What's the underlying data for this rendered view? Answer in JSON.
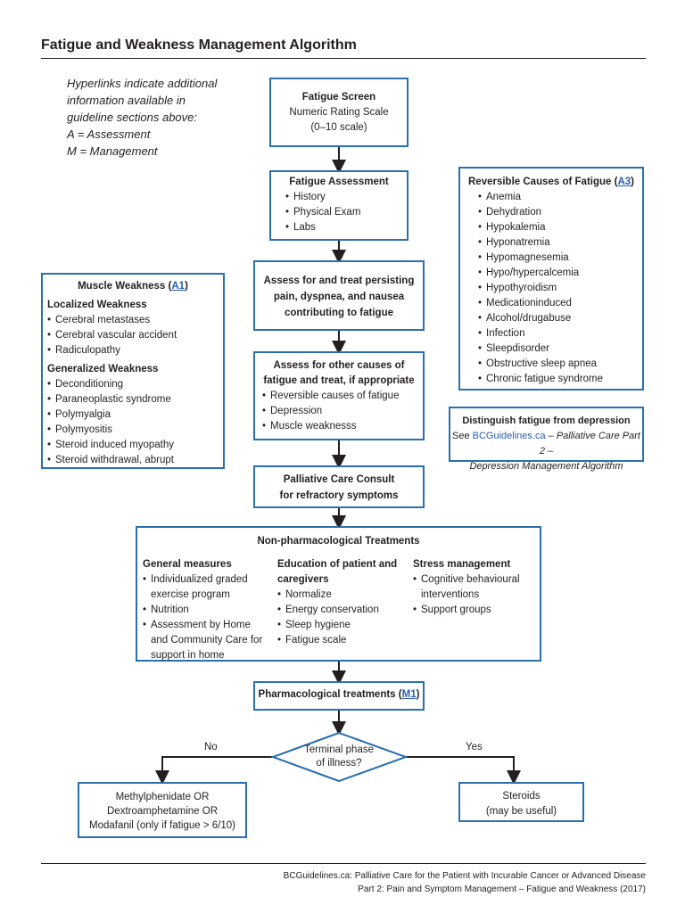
{
  "page_title": "Fatigue and Weakness Management Algorithm",
  "legend_note": {
    "lines": [
      "Hyperlinks indicate additional",
      "information available in",
      "guideline sections above:",
      "A = Assessment",
      "M = Management"
    ]
  },
  "fatigue_screen": {
    "title": "Fatigue Screen",
    "line1": "Numeric Rating Scale",
    "line2": "(0–10 scale)"
  },
  "fatigue_assessment": {
    "title": "Fatigue Assessment",
    "items": [
      "History",
      "Physical Exam",
      "Labs"
    ]
  },
  "persisting_symptoms": {
    "lines": [
      "Assess for and treat persisting",
      "pain, dyspnea, and nausea",
      "contributing to fatigue"
    ]
  },
  "other_causes": {
    "title_lines": [
      "Assess for other causes of",
      "fatigue and treat, if appropriate"
    ],
    "items": [
      "Reversible causes of fatigue",
      "Depression",
      "Muscle weaknesss"
    ]
  },
  "reversible_causes": {
    "title": "Reversible Causes of Fatigue (",
    "link": "A3",
    "title_end": ")",
    "items": [
      "Anemia",
      "Dehydration",
      "Hypokalemia",
      "Hyponatremia",
      "Hypomagnesemia",
      "Hypo/hypercalcemia",
      "Hypothyroidism",
      "Medicationinduced",
      "Alcohol/drugabuse",
      "Infection",
      "Sleepdisorder",
      "Obstructive sleep apnea",
      "Chronic fatigue syndrome"
    ]
  },
  "muscle_weakness": {
    "title": "Muscle Weakness (",
    "link": "A1",
    "title_end": ")",
    "localized_heading": "Localized Weakness",
    "localized_items": [
      "Cerebral metastases",
      "Cerebral vascular accident",
      "Radiculopathy"
    ],
    "generalized_heading": "Generalized Weakness",
    "generalized_items": [
      "Deconditioning",
      "Paraneoplastic syndrome",
      "Polymyalgia",
      "Polymyositis",
      "Steroid induced myopathy",
      "Steroid withdrawal, abrupt"
    ]
  },
  "depression": {
    "title": "Distinguish fatigue from depression",
    "see": "See ",
    "link": "BCGuidelines.ca",
    "rest1": " – Palliative Care Part 2 –",
    "rest2": "Depression Management Algorithm"
  },
  "palliative_consult": {
    "lines": [
      "Palliative Care Consult",
      "for refractory symptoms"
    ]
  },
  "non_pharm": {
    "title": "Non-pharmacological Treatments",
    "general_heading": "General measures",
    "general_items": [
      "Individualized graded exercise program",
      "Nutrition",
      "Assessment by Home and Community Care for support in home"
    ],
    "education_heading": "Education of patient and caregivers",
    "education_items": [
      "Normalize",
      "Energy conservation",
      "Sleep hygiene",
      "Fatigue scale"
    ],
    "stress_heading": "Stress management",
    "stress_items": [
      "Cognitive behavioural interventions",
      "Support groups"
    ]
  },
  "pharm": {
    "title": "Pharmacological treatments (",
    "link": "M1",
    "title_end": ")"
  },
  "decision": {
    "line1": "Terminal phase",
    "line2": "of illness?",
    "no_label": "No",
    "yes_label": "Yes"
  },
  "stimulants": {
    "line1": "Methylphenidate OR",
    "line2": "Dextroamphetamine OR",
    "line3": "Modafanil  (only if fatigue > 6/10)"
  },
  "steroids": {
    "line1": "Steroids",
    "line2": "(may be useful)"
  },
  "footer": {
    "line1": "BCGuidelines.ca: Palliative Care for the Patient with Incurable Cancer or Advanced Disease",
    "line2": "Part 2: Pain and Symptom Management – Fatigue and Weakness  (2017)"
  },
  "colors": {
    "box_border": "#2a6fb0",
    "link": "#2a5db0",
    "text": "#231f20"
  }
}
